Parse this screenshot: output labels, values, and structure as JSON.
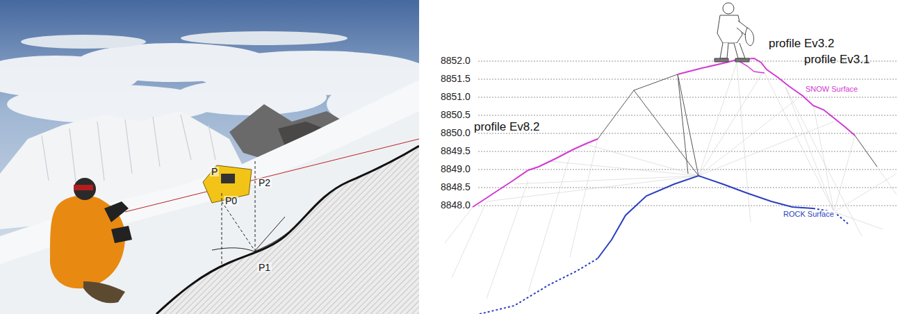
{
  "diagram": {
    "labels": [
      "P",
      "P2",
      "P0",
      "P1",
      "8852.0",
      "8851.5",
      "8851.0",
      "8850.5",
      "8850.0",
      "8849.5",
      "8849.0",
      "8848.5",
      "8848.0",
      "profile Ev3.2",
      "profile Ev3.1",
      "SNOW Surface",
      "profile Ev8.2",
      "ROCK Surface"
    ]
  }
}
